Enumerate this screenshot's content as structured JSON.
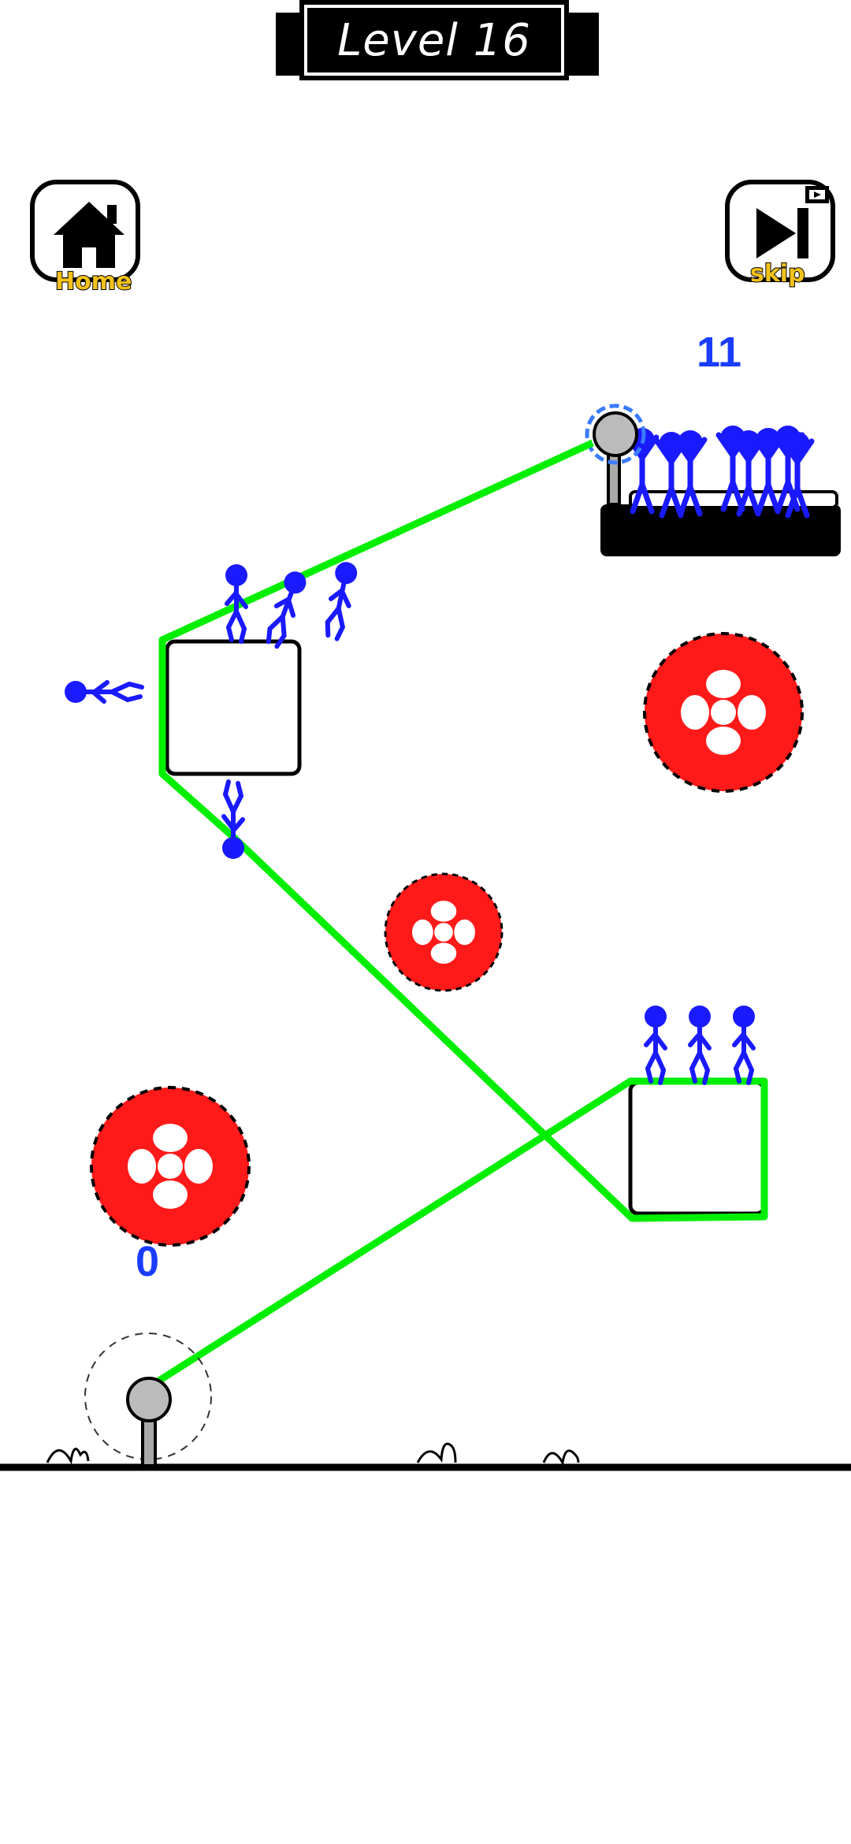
{
  "header": {
    "level_label": "Level 16"
  },
  "buttons": {
    "home_label": "Home",
    "skip_label": "skip"
  },
  "counters": {
    "target_count": "11",
    "start_count": "0"
  },
  "colors": {
    "rope": "#00ee00",
    "stickman": "#1a1aff",
    "saw": "#ff1a1a",
    "ground": "#000000"
  },
  "icons": [
    "house-icon",
    "skip-forward-icon",
    "video-ad-icon",
    "saw-blade-icon",
    "pulley-icon"
  ]
}
